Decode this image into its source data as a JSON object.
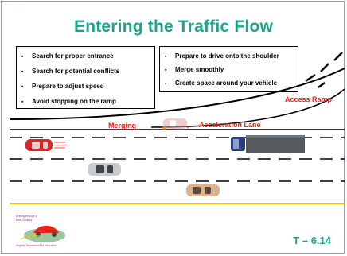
{
  "slide": {
    "title": "Entering the Traffic Flow",
    "left_bullets": [
      "Search for proper entrance",
      "Search for potential conflicts",
      "Prepare to adjust speed",
      "Avoid stopping on the ramp"
    ],
    "right_bullets": [
      "Prepare to drive onto the shoulder",
      "Merge smoothly",
      "Create space around your vehicle"
    ],
    "labels": {
      "access_ramp": "Access Ramp",
      "merging": "Merging",
      "acceleration_lane": "Acceleration Lane"
    },
    "slide_number": "T – 6.14",
    "logo": {
      "line1": "Driving through a",
      "line2": "New Century",
      "line3": "Virginia Department of Education"
    },
    "colors": {
      "title": "#1aa58a",
      "label_red": "#e8231a",
      "shoulder_line": "#f2c500"
    }
  }
}
